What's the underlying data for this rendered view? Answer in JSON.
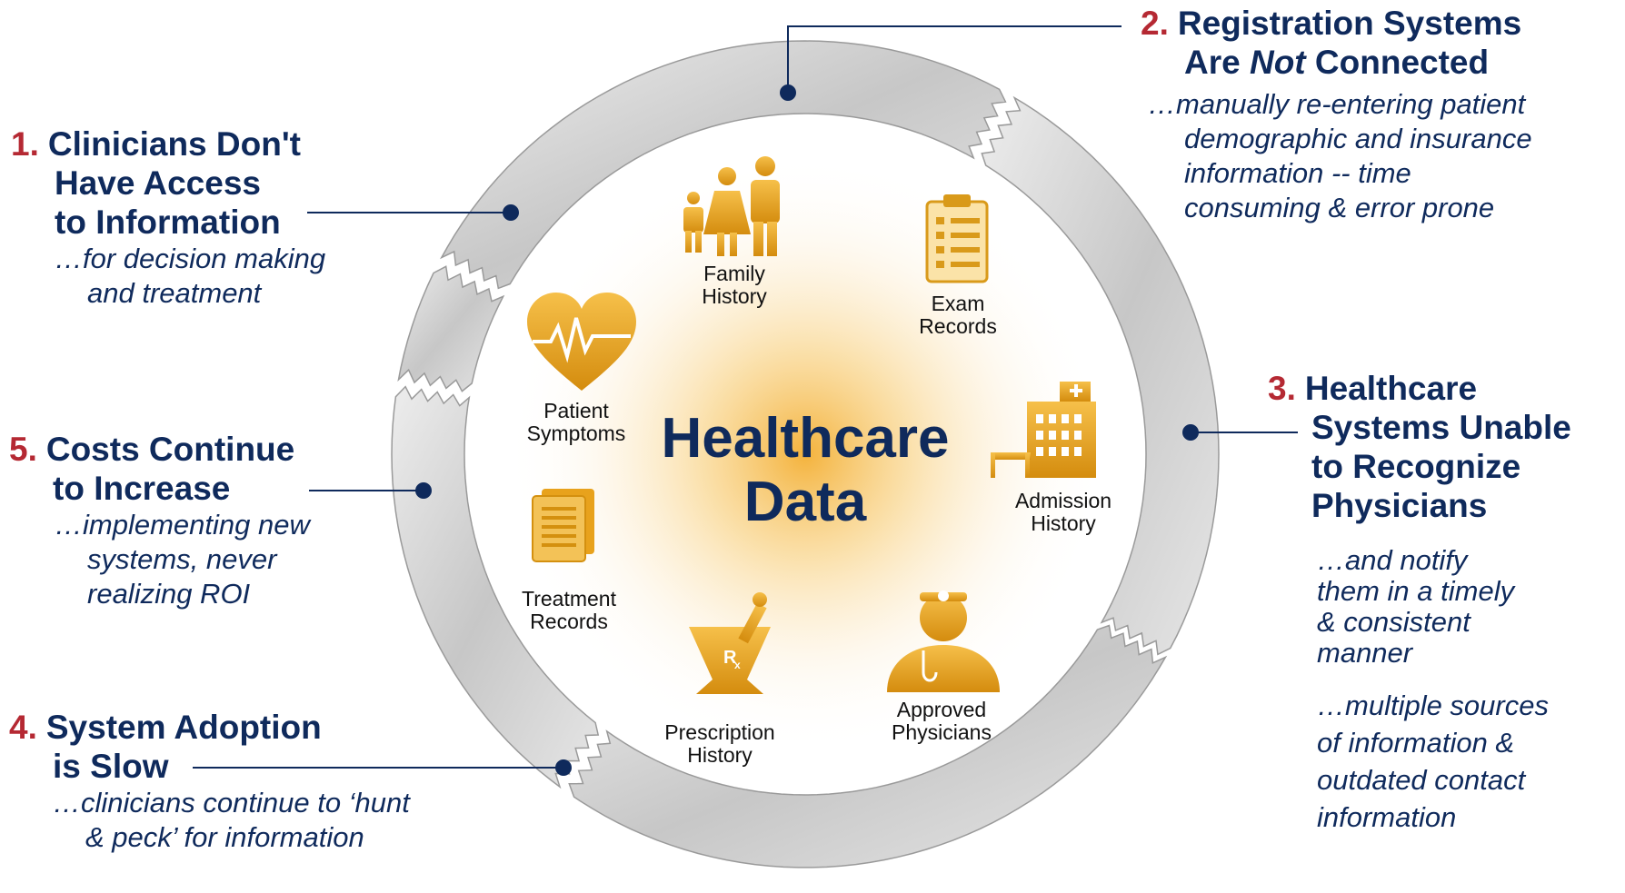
{
  "center": {
    "line1": "Healthcare",
    "line2": "Data"
  },
  "colors": {
    "navy": "#0f2a5c",
    "red": "#b52933",
    "gold": "#e8a21c",
    "ring": "#c9c9c9"
  },
  "icons": [
    {
      "name": "family-history",
      "icon": "family-icon",
      "lines": [
        "Family",
        "History"
      ]
    },
    {
      "name": "exam-records",
      "icon": "clipboard-icon",
      "lines": [
        "Exam",
        "Records"
      ]
    },
    {
      "name": "patient-symptoms",
      "icon": "heart-pulse-icon",
      "lines": [
        "Patient",
        "Symptoms"
      ]
    },
    {
      "name": "admission-history",
      "icon": "hospital-icon",
      "lines": [
        "Admission",
        "History"
      ]
    },
    {
      "name": "treatment-records",
      "icon": "documents-icon",
      "lines": [
        "Treatment",
        "Records"
      ]
    },
    {
      "name": "prescription-history",
      "icon": "mortar-pestle-icon",
      "lines": [
        "Prescription",
        "History"
      ]
    },
    {
      "name": "approved-physicians",
      "icon": "doctor-icon",
      "lines": [
        "Approved",
        "Physicians"
      ]
    }
  ],
  "callouts": {
    "c1": {
      "num": "1.",
      "line1": "Clinicians Don't",
      "line2": "Have Access",
      "line3": "to Information",
      "desc1": "…for decision making",
      "desc2": "and treatment"
    },
    "c2": {
      "num": "2.",
      "line1": "Registration Systems",
      "line2a": "Are ",
      "line2b": "Not",
      "line2c": " Connected",
      "desc1": "…manually re-entering patient",
      "desc2": "demographic and insurance",
      "desc3": "information -- time",
      "desc4": "consuming & error prone"
    },
    "c3": {
      "num": "3.",
      "line1": "Healthcare",
      "line2": "Systems Unable",
      "line3": "to Recognize",
      "line4": "Physicians",
      "desc1": "…and notify",
      "desc2": "them in a timely",
      "desc3": "& consistent",
      "desc4": "manner",
      "desc5": "…multiple sources",
      "desc6": "of information &",
      "desc7": "outdated contact",
      "desc8": "information"
    },
    "c4": {
      "num": "4.",
      "line1": "System Adoption",
      "line2": "is Slow",
      "desc1": "…clinicians continue to ‘hunt",
      "desc2": "& peck’ for information"
    },
    "c5": {
      "num": "5.",
      "line1": "Costs Continue",
      "line2": "to Increase",
      "desc1": "…implementing new",
      "desc2": "systems, never",
      "desc3": "realizing ROI"
    }
  }
}
